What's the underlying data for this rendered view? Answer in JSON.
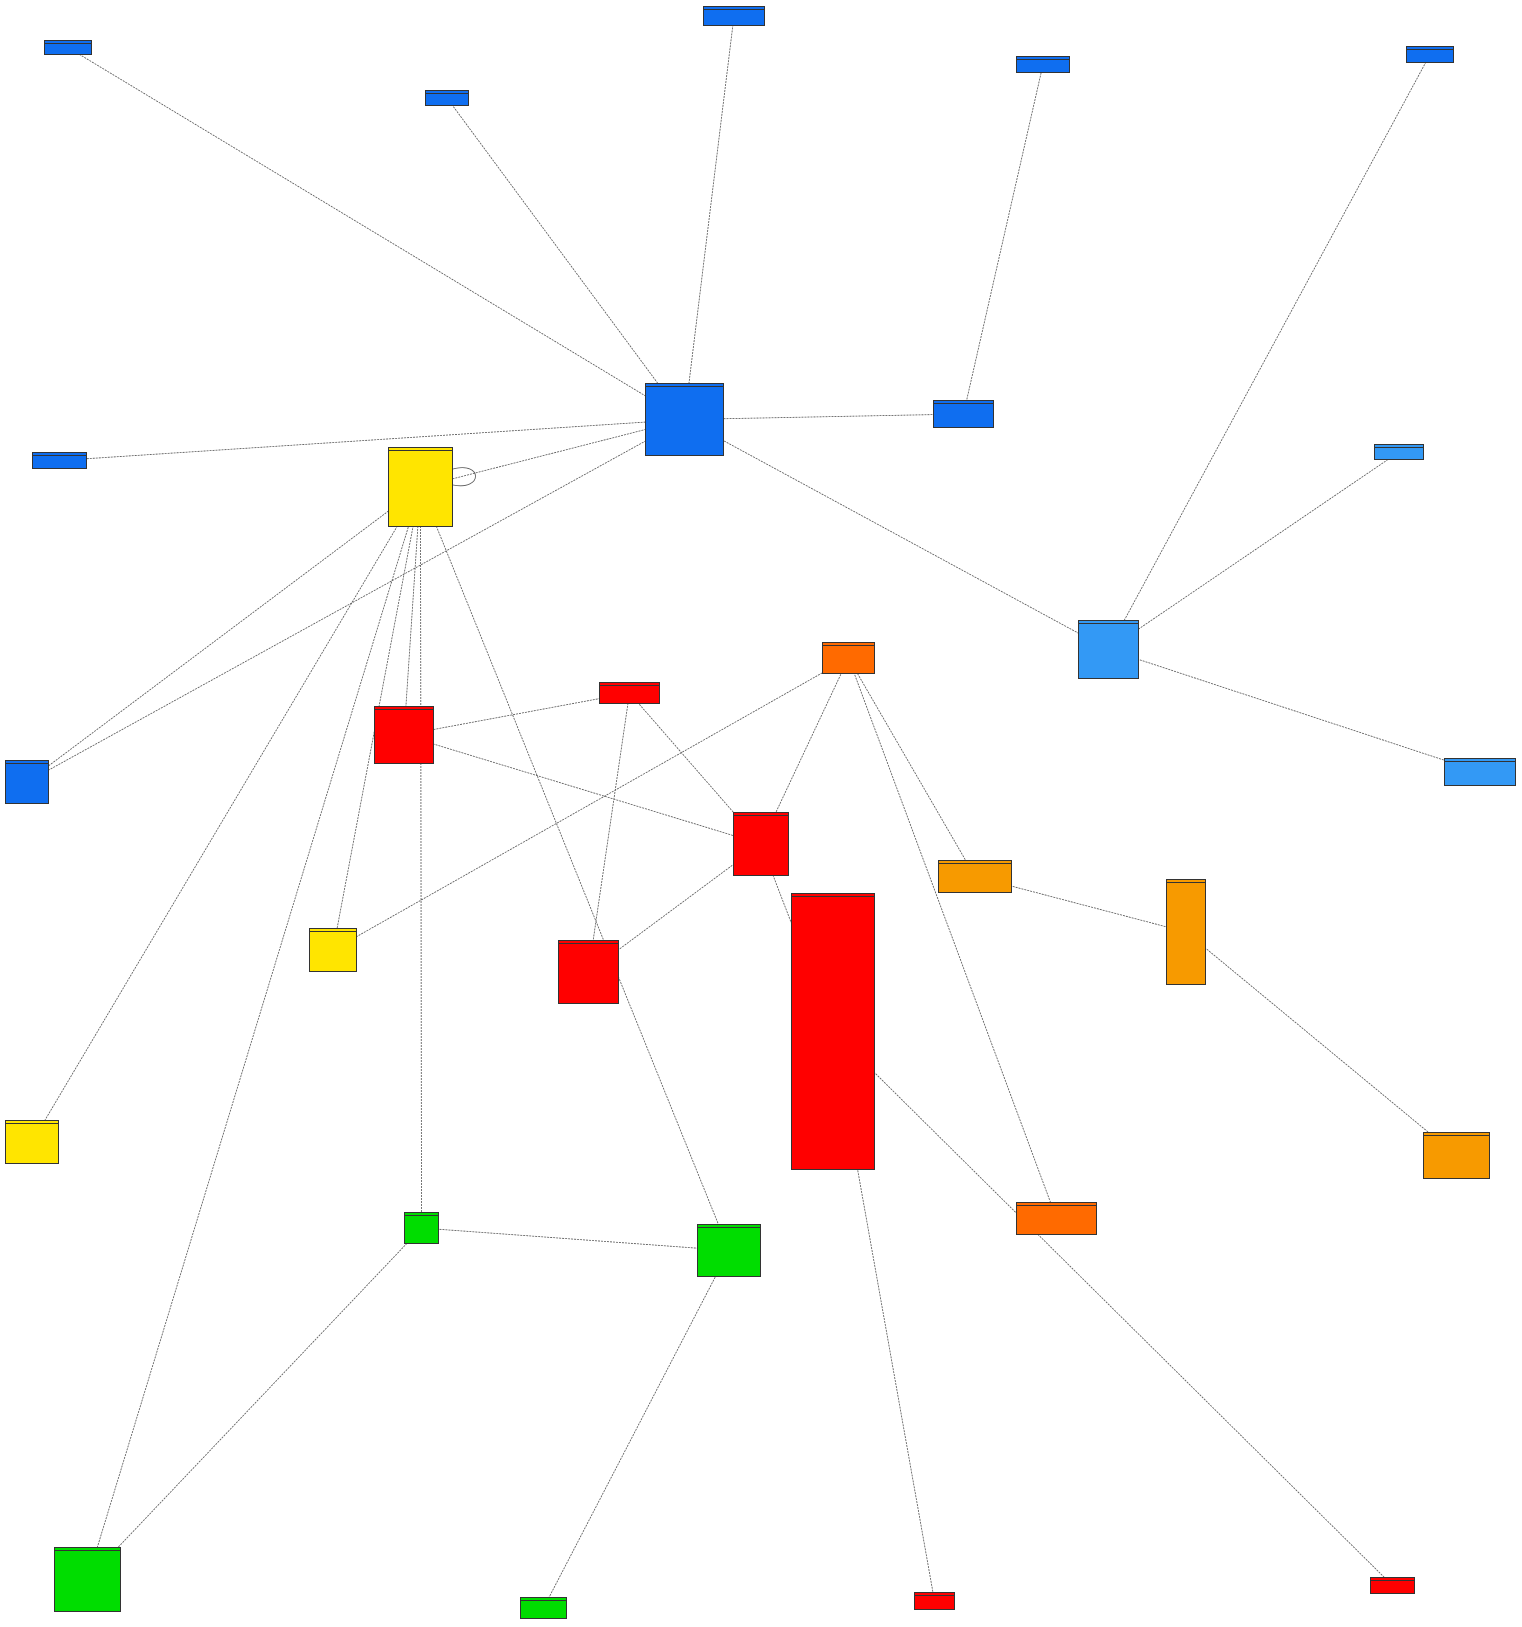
{
  "colors": {
    "blue": "#0f6ef0",
    "lightblue": "#3399f5",
    "yellow": "#ffe500",
    "red": "#ff0000",
    "orange": "#f79a00",
    "darkorange": "#ff6a00",
    "green": "#00dd00",
    "edge": "#555555"
  },
  "entities": [
    {
      "id": "e_tl",
      "color": "blue",
      "title": "",
      "fields": [
        ""
      ]
    },
    {
      "id": "e_t2",
      "color": "blue",
      "title": "",
      "fields": [
        ""
      ]
    },
    {
      "id": "e_t3",
      "color": "blue",
      "title": "",
      "fields": [
        "",
        ""
      ]
    },
    {
      "id": "e_t4",
      "color": "blue",
      "title": "",
      "fields": [
        ""
      ]
    },
    {
      "id": "e_t5",
      "color": "blue",
      "title": "",
      "fields": [
        ""
      ]
    },
    {
      "id": "e_hub",
      "color": "blue",
      "title": "",
      "fields": [
        "",
        "",
        "",
        "",
        "",
        "",
        "",
        "",
        "",
        "",
        "",
        "",
        ""
      ]
    },
    {
      "id": "e_l1",
      "color": "blue",
      "title": "",
      "fields": [
        ""
      ]
    },
    {
      "id": "e_r1",
      "color": "blue",
      "title": "",
      "fields": [
        "",
        "",
        ""
      ]
    },
    {
      "id": "e_r2",
      "color": "lightblue",
      "title": "",
      "fields": [
        ""
      ]
    },
    {
      "id": "e_mid_blue",
      "color": "lightblue",
      "title": "",
      "fields": [
        "",
        "",
        "",
        "",
        "",
        "",
        "",
        "",
        ""
      ]
    },
    {
      "id": "e_r3",
      "color": "lightblue",
      "title": "",
      "fields": [
        "",
        "",
        ""
      ]
    },
    {
      "id": "e_l2",
      "color": "blue",
      "title": "",
      "fields": [
        "",
        "",
        "",
        "",
        "",
        ""
      ]
    },
    {
      "id": "e_yhub",
      "color": "yellow",
      "title": "",
      "fields": [
        "",
        "",
        "",
        "",
        "",
        "",
        "",
        "",
        "",
        "",
        "",
        "",
        "",
        "",
        ""
      ]
    },
    {
      "id": "e_y2",
      "color": "yellow",
      "title": "",
      "fields": [
        "",
        "",
        "",
        "",
        "",
        ""
      ]
    },
    {
      "id": "e_y3",
      "color": "yellow",
      "title": "",
      "fields": [
        "",
        "",
        "",
        "",
        "",
        ""
      ]
    },
    {
      "id": "e_r_a",
      "color": "red",
      "title": "",
      "fields": [
        "",
        "",
        "",
        "",
        "",
        "",
        "",
        "",
        ""
      ]
    },
    {
      "id": "e_r_b",
      "color": "red",
      "title": "",
      "fields": [
        "",
        ""
      ]
    },
    {
      "id": "e_r_c",
      "color": "red",
      "title": "",
      "fields": [
        "",
        "",
        "",
        "",
        "",
        "",
        "",
        "",
        "",
        "",
        ""
      ]
    },
    {
      "id": "e_r_d",
      "color": "red",
      "title": "",
      "fields": [
        "",
        "",
        "",
        "",
        "",
        "",
        "",
        "",
        "",
        ""
      ]
    },
    {
      "id": "e_r_big",
      "color": "red",
      "title": "",
      "fields": [
        "",
        "",
        "",
        "",
        "",
        "",
        "",
        "",
        "",
        "",
        "",
        "",
        "",
        "",
        "",
        "",
        "",
        "",
        "",
        "",
        "",
        "",
        "",
        "",
        "",
        "",
        "",
        "",
        "",
        "",
        "",
        "",
        "",
        "",
        "",
        "",
        "",
        "",
        "",
        "",
        "",
        "",
        "",
        "",
        "",
        "",
        "",
        ""
      ]
    },
    {
      "id": "e_r_s1",
      "color": "red",
      "title": "",
      "fields": [
        ""
      ]
    },
    {
      "id": "e_r_s2",
      "color": "red",
      "title": "",
      "fields": [
        ""
      ]
    },
    {
      "id": "e_o1",
      "color": "darkorange",
      "title": "",
      "fields": [
        "",
        "",
        "",
        ""
      ]
    },
    {
      "id": "e_o2",
      "color": "orange",
      "title": "",
      "fields": [
        "",
        "",
        "",
        ""
      ]
    },
    {
      "id": "e_o3",
      "color": "orange",
      "title": "",
      "fields": [
        "",
        "",
        "",
        "",
        "",
        "",
        "",
        "",
        "",
        "",
        "",
        "",
        "",
        "",
        "",
        "",
        ""
      ]
    },
    {
      "id": "e_o4",
      "color": "orange",
      "title": "",
      "fields": [
        "",
        "",
        "",
        "",
        "",
        ""
      ]
    },
    {
      "id": "e_o5",
      "color": "darkorange",
      "title": "",
      "fields": [
        "",
        "",
        "",
        ""
      ]
    },
    {
      "id": "e_g1",
      "color": "green",
      "title": "",
      "fields": [
        "",
        "",
        ""
      ]
    },
    {
      "id": "e_g2",
      "color": "green",
      "title": "",
      "fields": [
        "",
        "",
        "",
        "",
        "",
        "",
        "",
        ""
      ]
    },
    {
      "id": "e_g3",
      "color": "green",
      "title": "",
      "fields": [
        "",
        "",
        "",
        "",
        "",
        "",
        "",
        "",
        "",
        "",
        ""
      ]
    },
    {
      "id": "e_g4",
      "color": "green",
      "title": "",
      "fields": [
        "",
        ""
      ]
    }
  ],
  "edges": [
    [
      "e_hub",
      "e_tl"
    ],
    [
      "e_hub",
      "e_t2"
    ],
    [
      "e_hub",
      "e_t3"
    ],
    [
      "e_r1",
      "e_t4"
    ],
    [
      "e_mid_blue",
      "e_t5"
    ],
    [
      "e_hub",
      "e_l1"
    ],
    [
      "e_hub",
      "e_r1"
    ],
    [
      "e_hub",
      "e_mid_blue"
    ],
    [
      "e_mid_blue",
      "e_r2"
    ],
    [
      "e_mid_blue",
      "e_r3"
    ],
    [
      "e_yhub",
      "e_hub"
    ],
    [
      "e_l2",
      "e_hub"
    ],
    [
      "e_l2",
      "e_yhub"
    ],
    [
      "e_yhub",
      "e_y3"
    ],
    [
      "e_yhub",
      "e_y2"
    ],
    [
      "e_yhub",
      "e_r_a"
    ],
    [
      "e_yhub",
      "e_g1"
    ],
    [
      "e_yhub",
      "e_g2"
    ],
    [
      "e_yhub",
      "e_g3"
    ],
    [
      "e_r_a",
      "e_r_b"
    ],
    [
      "e_r_a",
      "e_r_c"
    ],
    [
      "e_r_b",
      "e_r_c"
    ],
    [
      "e_r_d",
      "e_r_b"
    ],
    [
      "e_r_d",
      "e_r_c"
    ],
    [
      "e_r_c",
      "e_r_big"
    ],
    [
      "e_r_big",
      "e_r_s1"
    ],
    [
      "e_r_big",
      "e_r_s2"
    ],
    [
      "e_o1",
      "e_y3"
    ],
    [
      "e_o1",
      "e_r_c"
    ],
    [
      "e_o1",
      "e_o2"
    ],
    [
      "e_o1",
      "e_o5"
    ],
    [
      "e_o2",
      "e_o3"
    ],
    [
      "e_o3",
      "e_o4"
    ],
    [
      "e_g1",
      "e_g2"
    ],
    [
      "e_g1",
      "e_g3"
    ],
    [
      "e_g2",
      "e_g4"
    ]
  ]
}
